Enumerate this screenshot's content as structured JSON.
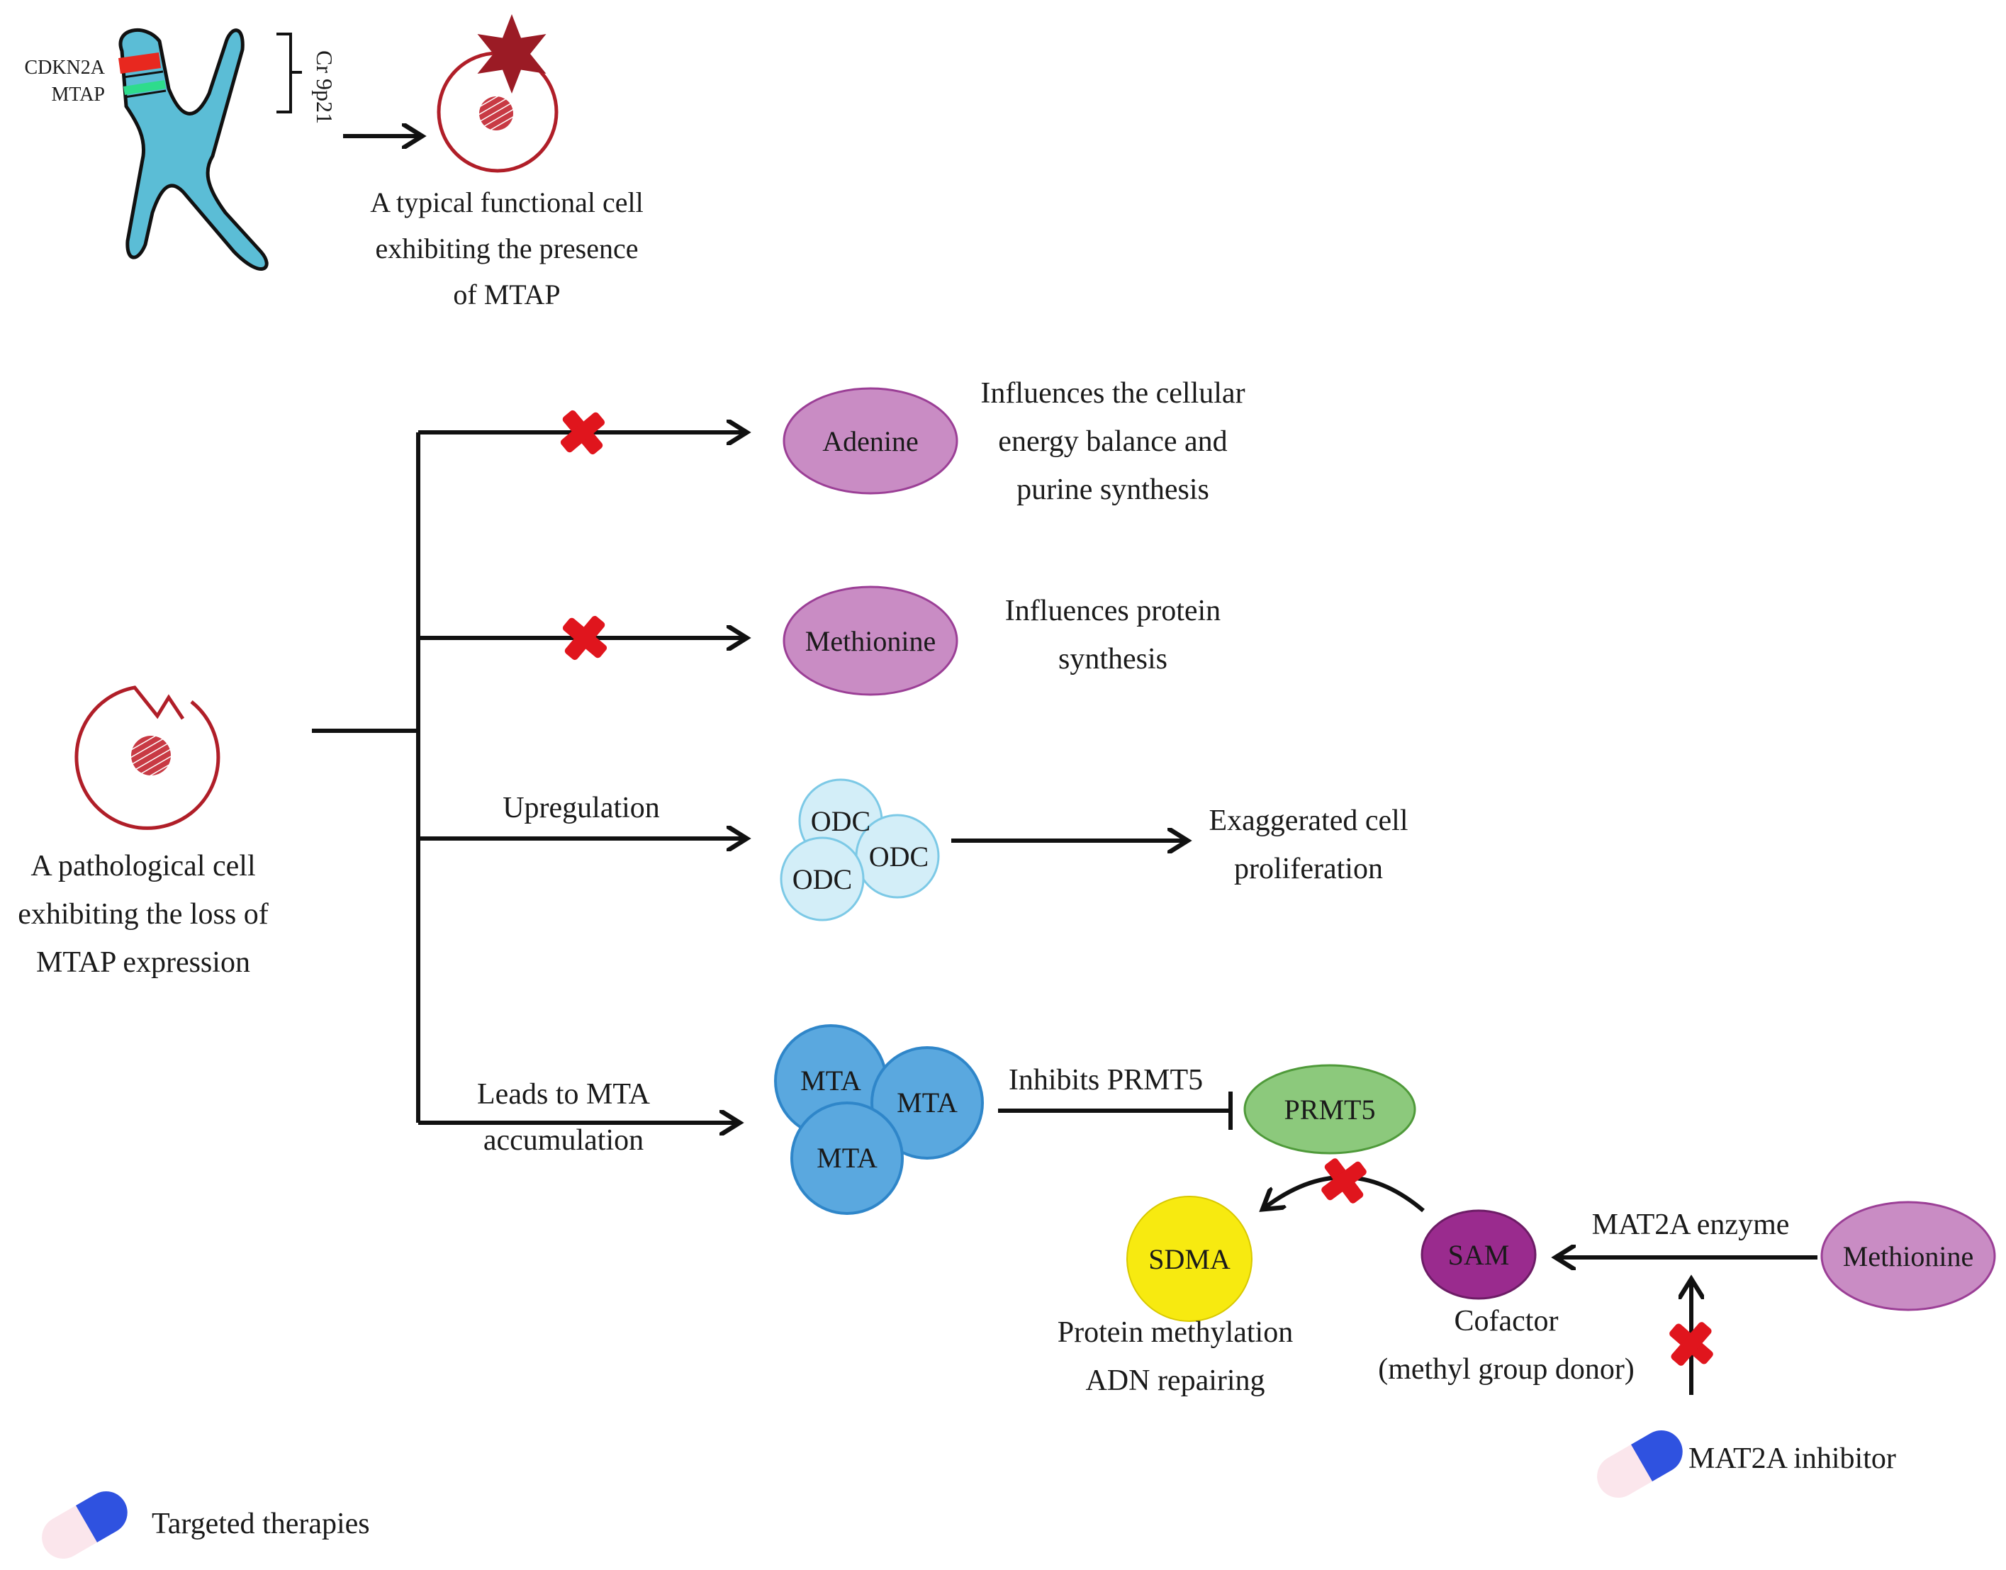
{
  "chromosome": {
    "gene_labels": [
      "CDKN2A",
      "MTAP"
    ],
    "locus_label": "Cr 9p21",
    "colors": {
      "body": "#5bbdd6",
      "cdkn2a_band": "#e8281f",
      "mtap_band": "#2edc8c"
    }
  },
  "normal_cell": {
    "caption": [
      "A typical functional cell",
      "exhibiting the presence",
      "of MTAP"
    ],
    "colors": {
      "membrane": "#b01e28",
      "star": "#9b1b25"
    }
  },
  "pathological_cell": {
    "caption": [
      "A pathological cell",
      "exhibiting the loss of",
      "MTAP expression"
    ]
  },
  "branches": {
    "upregulation_label": "Upregulation",
    "mta_label": [
      "Leads to MTA",
      "accumulation"
    ]
  },
  "nodes": {
    "adenine": {
      "label": "Adenine",
      "color": "#c98cc4"
    },
    "methionine_branch": {
      "label": "Methionine",
      "color": "#c98cc4"
    },
    "odc": {
      "labels": [
        "ODC",
        "ODC",
        "ODC"
      ],
      "color": "#d3eef8"
    },
    "mta": {
      "labels": [
        "MTA",
        "MTA",
        "MTA"
      ],
      "color": "#5aa8df"
    },
    "prmt5": {
      "label": "PRMT5",
      "color": "#8cc97c"
    },
    "sdma": {
      "label": "SDMA",
      "color": "#f7ea10"
    },
    "sam": {
      "label": "SAM",
      "color": "#9a2b8e"
    },
    "methionine_source": {
      "label": "Methionine",
      "color": "#c98cc4"
    }
  },
  "outcomes": {
    "adenine": [
      "Influences the cellular",
      "energy balance and",
      "purine synthesis"
    ],
    "methionine": [
      "Influences protein",
      "synthesis"
    ],
    "odc": [
      "Exaggerated cell",
      "proliferation"
    ],
    "sdma": [
      "Protein methylation",
      "ADN repairing"
    ],
    "sam": [
      "Cofactor",
      "(methyl group donor)"
    ]
  },
  "edge_labels": {
    "inhibits_prmt5": "Inhibits PRMT5",
    "mat2a_enzyme": "MAT2A enzyme"
  },
  "legend": {
    "mat2a_inhibitor": "MAT2A inhibitor",
    "targeted_therapies": "Targeted therapies",
    "pill_colors": {
      "cap": "#2f52e0",
      "body": "#fbe6ec"
    }
  },
  "block_marker_color": "#e0151d"
}
